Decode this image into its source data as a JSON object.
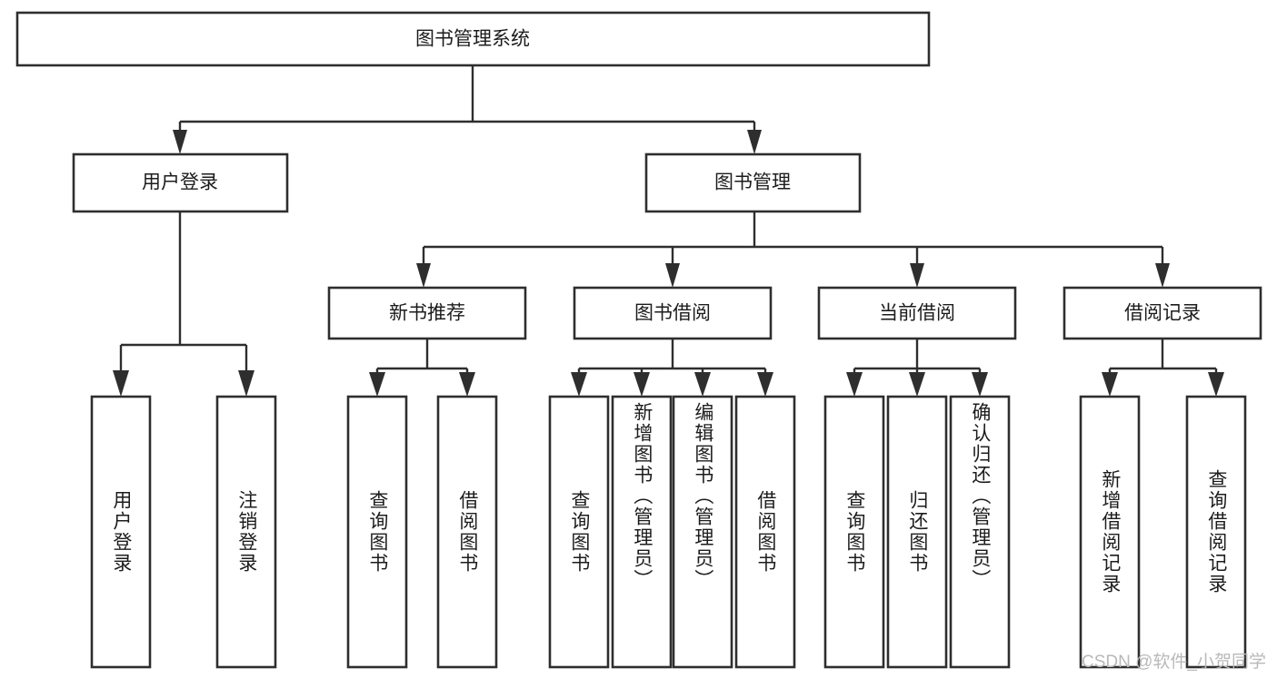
{
  "diagram": {
    "title_node": {
      "label": "图书管理系统"
    },
    "level2": [
      {
        "id": "user-login",
        "label": "用户登录"
      },
      {
        "id": "book-management",
        "label": "图书管理"
      }
    ],
    "level3": [
      {
        "id": "new-book-recommend",
        "label": "新书推荐"
      },
      {
        "id": "book-borrow",
        "label": "图书借阅"
      },
      {
        "id": "current-borrow",
        "label": "当前借阅"
      },
      {
        "id": "borrow-record",
        "label": "借阅记录"
      }
    ],
    "leaves": {
      "user_login": [
        {
          "id": "leaf-user-login",
          "label": "用户登录"
        },
        {
          "id": "leaf-logout-login",
          "label": "注销登录"
        }
      ],
      "new_book_recommend": [
        {
          "id": "leaf-query-book-1",
          "label": "查询图书"
        },
        {
          "id": "leaf-borrow-book-1",
          "label": "借阅图书"
        }
      ],
      "book_borrow": [
        {
          "id": "leaf-query-book-2",
          "label": "查询图书"
        },
        {
          "id": "leaf-add-book",
          "label": "新增图书（管理员）"
        },
        {
          "id": "leaf-edit-book",
          "label": "编辑图书（管理员）"
        },
        {
          "id": "leaf-borrow-book-2",
          "label": "借阅图书"
        }
      ],
      "current_borrow": [
        {
          "id": "leaf-query-book-3",
          "label": "查询图书"
        },
        {
          "id": "leaf-return-book",
          "label": "归还图书"
        },
        {
          "id": "leaf-confirm-return",
          "label": "确认归还（管理员）"
        }
      ],
      "borrow_record": [
        {
          "id": "leaf-add-borrow-record",
          "label": "新增借阅记录"
        },
        {
          "id": "leaf-query-borrow-record",
          "label": "查询借阅记录"
        }
      ]
    },
    "watermark": "CSDN @软件_小贺同学",
    "colors": {
      "box_stroke": "#2e2e2e",
      "box_fill": "#ffffff",
      "text": "#1c1c1c",
      "watermark": "#b9b9b9",
      "background": "#ffffff"
    }
  }
}
